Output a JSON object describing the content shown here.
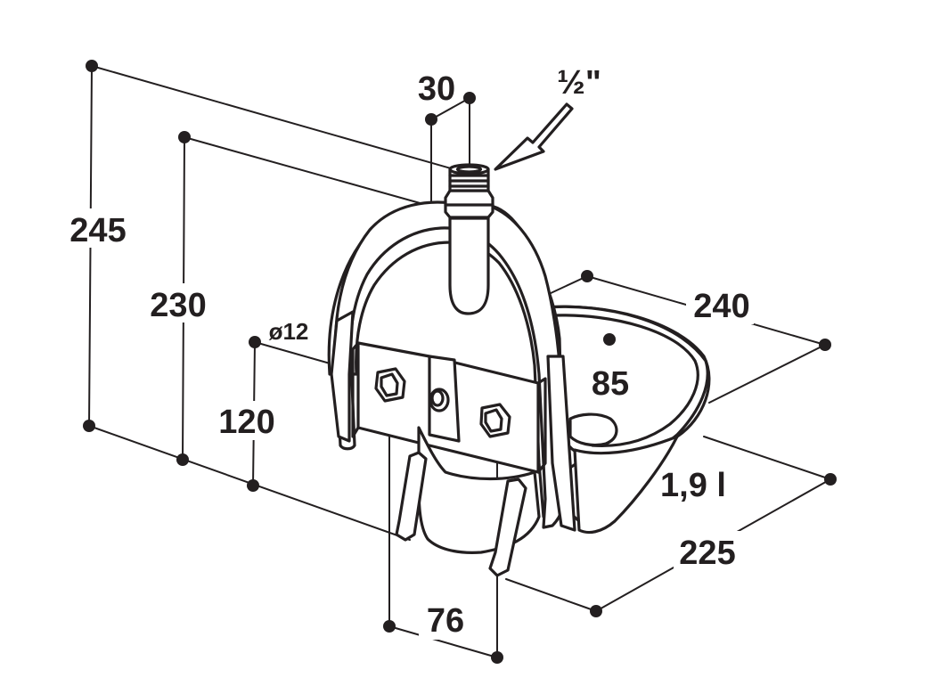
{
  "dimensions": {
    "overall_height": "245",
    "bowl_top_height": "230",
    "mount_height": "120",
    "hole_diameter": "ø12",
    "inlet_offset": "30",
    "thread": "½\"",
    "width": "240",
    "bowl_depth": "85",
    "volume": "1,9 l",
    "depth": "225",
    "hole_spacing": "76"
  },
  "colors": {
    "ink": "#231f20",
    "background": "#ffffff"
  }
}
